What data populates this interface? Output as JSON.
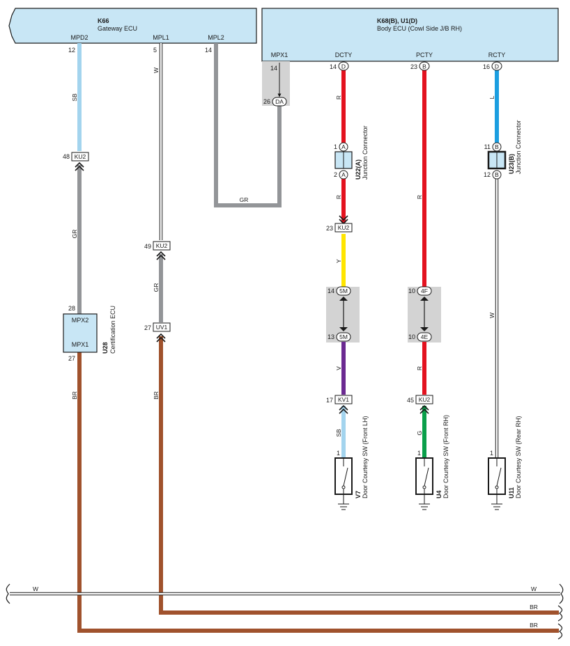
{
  "ecus": {
    "gateway": {
      "code": "K66",
      "name": "Gateway ECU",
      "signals": [
        {
          "name": "MPD2",
          "pin": "12"
        },
        {
          "name": "MPL1",
          "pin": "5"
        },
        {
          "name": "MPL2",
          "pin": "14"
        }
      ]
    },
    "body": {
      "code": "K68(B), U1(D)",
      "name": "Body ECU (Cowl Side J/B RH)",
      "signals": [
        {
          "name": "MPX1",
          "pin": "14",
          "badge": ""
        },
        {
          "name": "DCTY",
          "pin": "14",
          "badge": "D"
        },
        {
          "name": "PCTY",
          "pin": "23",
          "badge": "B"
        },
        {
          "name": "RCTY",
          "pin": "16",
          "badge": "D"
        }
      ]
    },
    "certification": {
      "code": "U28",
      "name": "Certification ECU",
      "top_signal": "MPX2",
      "top_pin": "28",
      "bottom_signal": "MPX1",
      "bottom_pin": "27"
    }
  },
  "junction_connectors": [
    {
      "code": "U22(A)",
      "name": "Junction Connector",
      "in_pin": "1",
      "out_pin": "2",
      "badge": "A"
    },
    {
      "code": "U23(B)",
      "name": "Junction Connector",
      "in_pin": "11",
      "out_pin": "12",
      "badge": "B"
    }
  ],
  "inline_connectors": [
    {
      "pin": "48",
      "label": "KU2"
    },
    {
      "pin": "49",
      "label": "KU2"
    },
    {
      "pin": "27",
      "label": "UV1"
    },
    {
      "pin": "23",
      "label": "KU2"
    },
    {
      "pin": "17",
      "label": "KV1"
    },
    {
      "pin": "45",
      "label": "KU2"
    }
  ],
  "pair_connectors": [
    {
      "top_pin": "14",
      "top_label": "5M",
      "bottom_pin": "13",
      "bottom_label": "5M"
    },
    {
      "top_pin": "10",
      "top_label": "4F",
      "bottom_pin": "10",
      "bottom_label": "4E"
    },
    {
      "top_pin": "26",
      "top_label": "DA",
      "bottom_pin": "",
      "bottom_label": ""
    }
  ],
  "switches": [
    {
      "code": "V7",
      "name": "Door Courtesy SW (Front LH)",
      "pin": "1"
    },
    {
      "code": "U4",
      "name": "Door Courtesy SW (Front RH)",
      "pin": "1"
    },
    {
      "code": "U11",
      "name": "Door Courtesy SW (Rear RH)",
      "pin": "1"
    }
  ],
  "wire_colors": {
    "mpd2_top": "SB",
    "mpd2_mid": "GR",
    "mpd2_bottom": "BR",
    "mpl1_top": "W",
    "mpl1_mid": "GR",
    "mpl1_bottom": "BR",
    "mpl2": "GR",
    "dcty_1": "R",
    "dcty_2": "R",
    "dcty_3": "Y",
    "dcty_4": "V",
    "dcty_5": "SB",
    "pcty_1": "R",
    "pcty_2": "R",
    "pcty_3": "G",
    "rcty_1": "L",
    "rcty_2": "W"
  },
  "bus_labels": {
    "w_left": "W",
    "w_right": "W",
    "br1": "BR",
    "br2": "BR"
  },
  "colors": {
    "ecu_fill": "#c8e6f5",
    "sb": "#a3d4ee",
    "gr": "#939598",
    "br": "#a0522d",
    "red": "#e3121f",
    "yellow": "#ffe500",
    "violet": "#6b2a91",
    "green": "#0a9f4a",
    "blue_l": "#1b9ee0",
    "pair_bg": "#d3d3d3"
  }
}
